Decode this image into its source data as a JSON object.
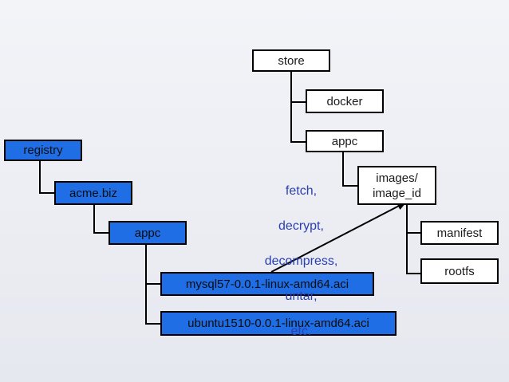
{
  "nodes": {
    "store": "store",
    "docker": "docker",
    "appc_store": "appc",
    "images_line1": "images/",
    "images_line2": "image_id",
    "manifest": "manifest",
    "rootfs": "rootfs",
    "registry": "registry",
    "acme": "acme.biz",
    "appc_registry": "appc",
    "mysql": "mysql57-0.0.1-linux-amd64.aci",
    "ubuntu": "ubuntu1510-0.0.1-linux-amd64.aci"
  },
  "annotation": {
    "line1": "fetch,",
    "line2": "decrypt,",
    "line3": "decompress,",
    "line4": "untar,",
    "line5": "etc."
  },
  "colors": {
    "white_box": "#ffffff",
    "blue_box": "#1f6ee5",
    "annotation_text": "#2a3fb0",
    "line": "#000000"
  }
}
